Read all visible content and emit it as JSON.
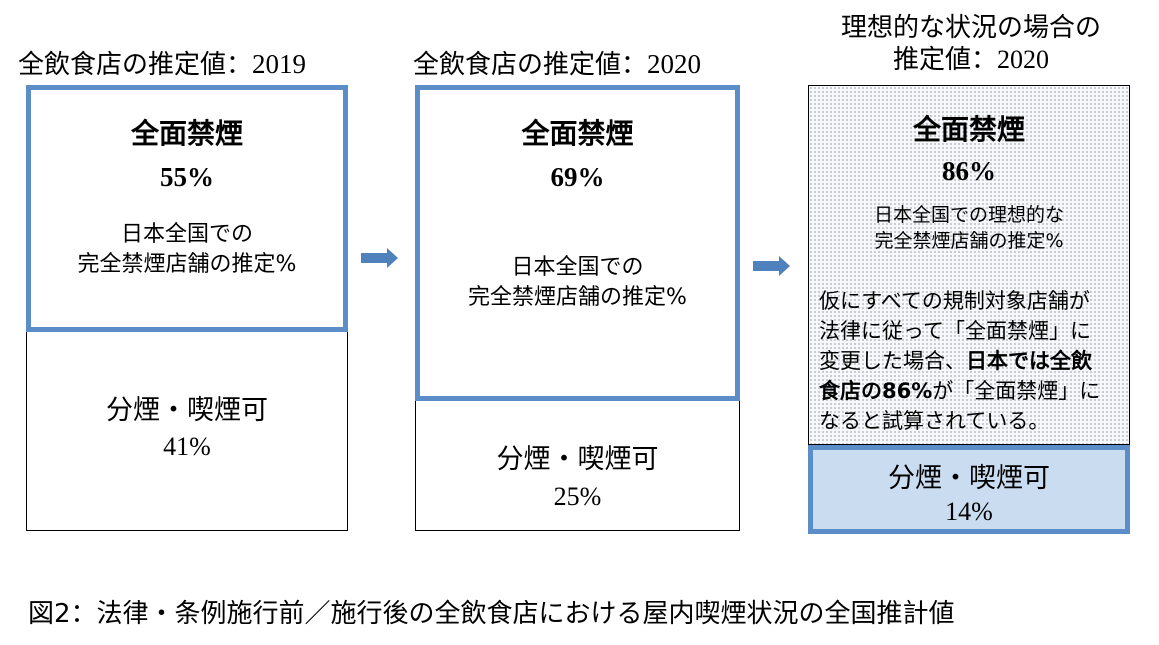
{
  "columns": [
    {
      "title_label": "全飲食店の推定値",
      "title_sep": "：",
      "title_year": "2019",
      "main_heading": "全面禁煙",
      "main_percent": "55%",
      "main_desc_line1": "日本全国での",
      "main_desc_line2": "完全禁煙店舗の推定%",
      "other_heading": "分煙・喫煙可",
      "other_percent": "41%"
    },
    {
      "title_label": "全飲食店の推定値",
      "title_sep": "：",
      "title_year": "2020",
      "main_heading": "全面禁煙",
      "main_percent": "69%",
      "main_desc_line1": "日本全国での",
      "main_desc_line2": "完全禁煙店舗の推定%",
      "other_heading": "分煙・喫煙可",
      "other_percent": "25%"
    },
    {
      "title_line1": "理想的な状況の場合の",
      "title_line2_label": "推定値",
      "title_sep": "：",
      "title_year": "2020",
      "main_heading": "全面禁煙",
      "main_percent": "86%",
      "main_desc_line1": "日本全国での理想的な",
      "main_desc_line2": "完全禁煙店舗の推定%",
      "note_line1": "仮にすべての規制対象店舗が",
      "note_line2": "法律に従って「全面禁煙」に",
      "note_line3_plain": "変更した場合、",
      "note_line3_bold": "日本では全飲",
      "note_line4_bold": "食店の86%",
      "note_line4_plain": "が「全面禁煙」に",
      "note_line5": "なると試算されている。",
      "other_heading": "分煙・喫煙可",
      "other_percent": "14%"
    }
  ],
  "colors": {
    "box_border_blue": "#5b8ec8",
    "arrow_blue": "#4f81bd",
    "lightblue_fill": "#c9dcf0"
  },
  "caption": "図2：法律・条例施行前／施行後の全飲食店における屋内喫煙状況の全国推計値"
}
